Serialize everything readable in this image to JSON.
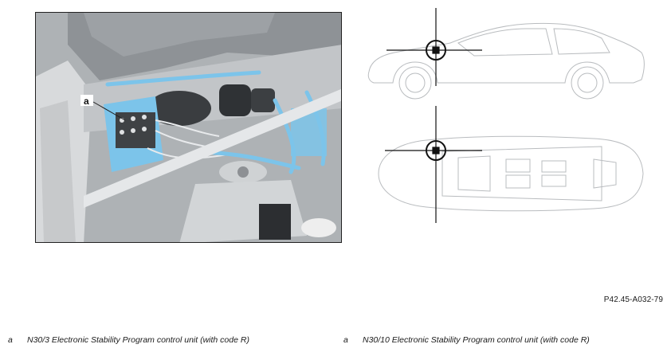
{
  "figure": {
    "callout_letter": "a",
    "reference_code": "P42.45-A032-79"
  },
  "legend": [
    {
      "key": "a",
      "text": "N30/3 Electronic Stability Program control unit (with code R)"
    },
    {
      "key": "a",
      "text": "N30/10 Electronic Stability Program control unit (with code R)"
    }
  ],
  "colors": {
    "highlight": "#7cc4ea",
    "line": "#222222",
    "engine_bay": "#aeb2b5"
  }
}
